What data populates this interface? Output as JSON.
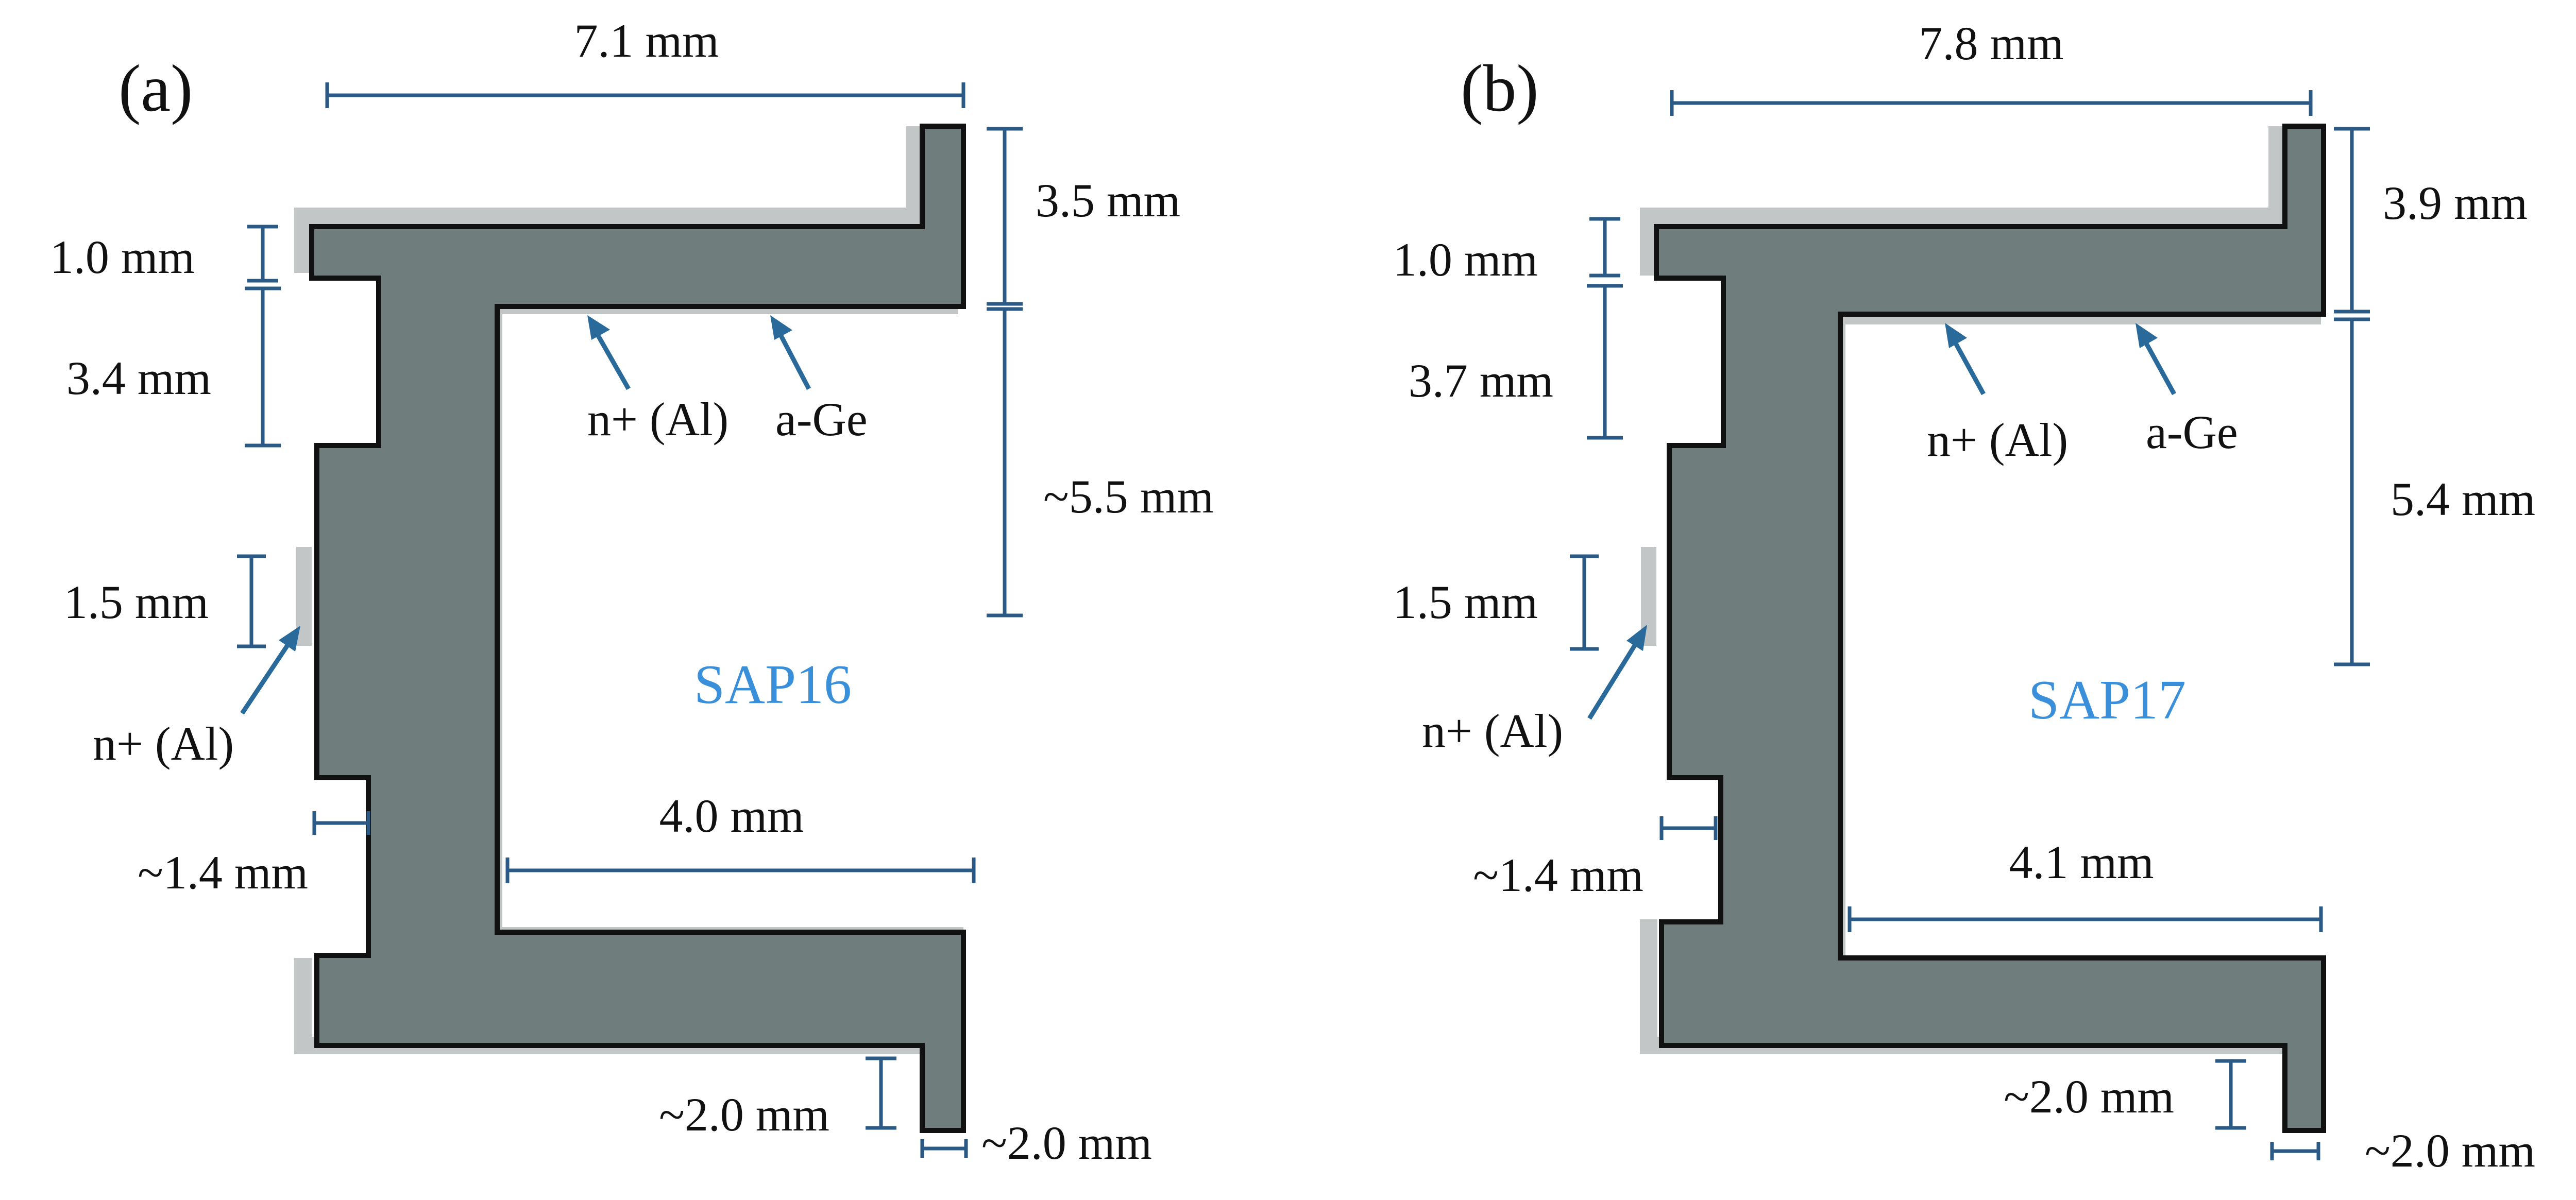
{
  "colors": {
    "germanium_body": "#6f7d7d",
    "body_outline": "#111111",
    "a_ge_layer": "#c2c6c6",
    "dimension_lines": "#2a5a85",
    "arrows": "#2a6a9a",
    "sample_label": "#3a8fdb"
  },
  "panels": [
    {
      "label": "(a)",
      "sample": "SAP16",
      "dims": {
        "top_width": "7.1 mm",
        "upper_arm_height": "3.5 mm",
        "top_plate_thickness": "1.0 mm",
        "gap_height": "3.4 mm",
        "cavity_height": "~5.5 mm",
        "contact_height": "1.5 mm",
        "notch_depth": "~1.4 mm",
        "lower_plate_width": "4.0 mm",
        "lower_arm_height": "~2.0 mm",
        "lower_arm_width": "~2.0 mm"
      },
      "labels": {
        "inner_contact": "n+ (Al)",
        "passivation": "a-Ge",
        "side_contact": "n+ (Al)"
      }
    },
    {
      "label": "(b)",
      "sample": "SAP17",
      "dims": {
        "top_width": "7.8 mm",
        "upper_arm_height": "3.9 mm",
        "top_plate_thickness": "1.0 mm",
        "gap_height": "3.7 mm",
        "cavity_height": "5.4 mm",
        "contact_height": "1.5 mm",
        "notch_depth": "~1.4 mm",
        "lower_plate_width": "4.1 mm",
        "lower_arm_height": "~2.0 mm",
        "lower_arm_width": "~2.0 mm"
      },
      "labels": {
        "inner_contact": "n+ (Al)",
        "passivation": "a-Ge",
        "side_contact": "n+ (Al)"
      }
    }
  ]
}
